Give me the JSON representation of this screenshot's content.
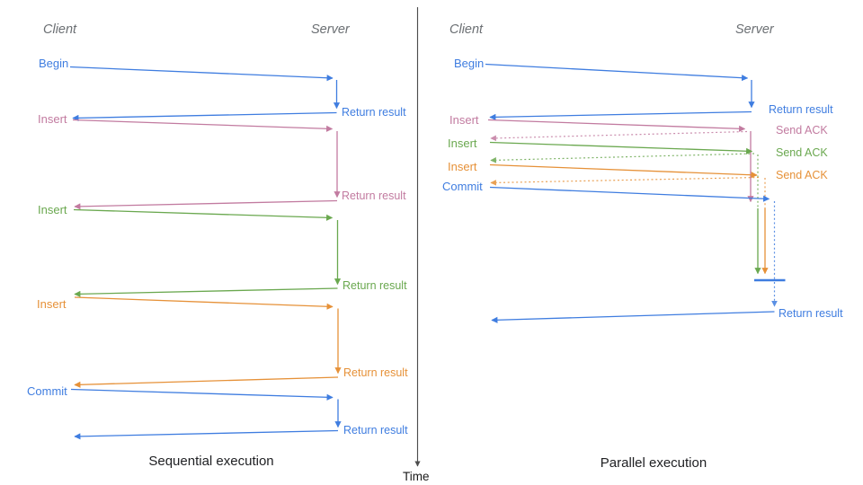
{
  "palette": {
    "blue": "#3f7de0",
    "pink": "#c27ba0",
    "green": "#6aa84f",
    "orange": "#e69138",
    "header_gray": "#6b6f73",
    "axis_gray": "#4d4d4d"
  },
  "left_panel": {
    "title": "Sequential execution",
    "client_header": "Client",
    "server_header": "Server",
    "messages": [
      {
        "label": "Begin",
        "response": "Return result"
      },
      {
        "label": "Insert",
        "response": "Return result"
      },
      {
        "label": "Insert",
        "response": "Return result"
      },
      {
        "label": "Insert",
        "response": "Return result"
      },
      {
        "label": "Commit",
        "response": "Return result"
      }
    ]
  },
  "right_panel": {
    "title": "Parallel execution",
    "client_header": "Client",
    "server_header": "Server",
    "messages": [
      {
        "label": "Begin",
        "response": "Return result"
      },
      {
        "label": "Insert",
        "response": "Send ACK"
      },
      {
        "label": "Insert",
        "response": "Send ACK"
      },
      {
        "label": "Insert",
        "response": "Send ACK"
      },
      {
        "label": "Commit",
        "response": "Return result"
      }
    ]
  },
  "time_axis": {
    "label": "Time"
  }
}
